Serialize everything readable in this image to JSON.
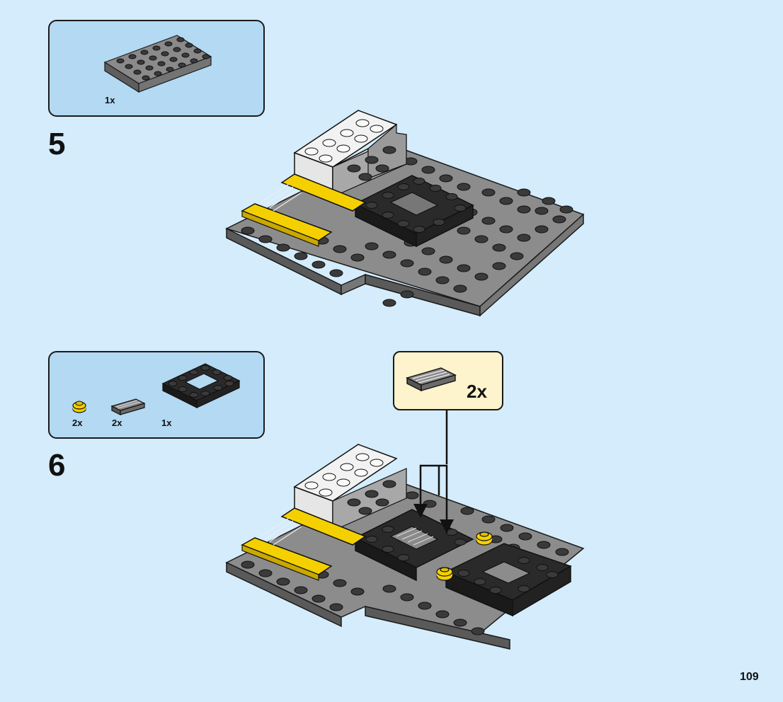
{
  "steps": [
    {
      "number": "5",
      "parts": [
        {
          "name": "plate-4x6-dark-gray",
          "qty": "1x",
          "color": "#8a8a8a"
        }
      ]
    },
    {
      "number": "6",
      "parts": [
        {
          "name": "round-plate-1x1-yellow",
          "qty": "2x",
          "color": "#f5d000"
        },
        {
          "name": "tile-grille-1x2-dark-gray",
          "qty": "2x",
          "color": "#6a6a6a"
        },
        {
          "name": "plate-4x4-frame-black",
          "qty": "1x",
          "color": "#2a2a2a"
        }
      ],
      "callout": {
        "qty": "2x",
        "part": "tile-grille-1x2-dark-gray"
      }
    }
  ],
  "page_number": "109",
  "colors": {
    "background": "#d4ecfb",
    "parts_box": "#b3d9f3",
    "callout": "#fdf3cc",
    "dark_gray": "#6e6e6e",
    "black": "#2a2a2a",
    "yellow": "#f5d000",
    "white": "#f2f2f2"
  }
}
